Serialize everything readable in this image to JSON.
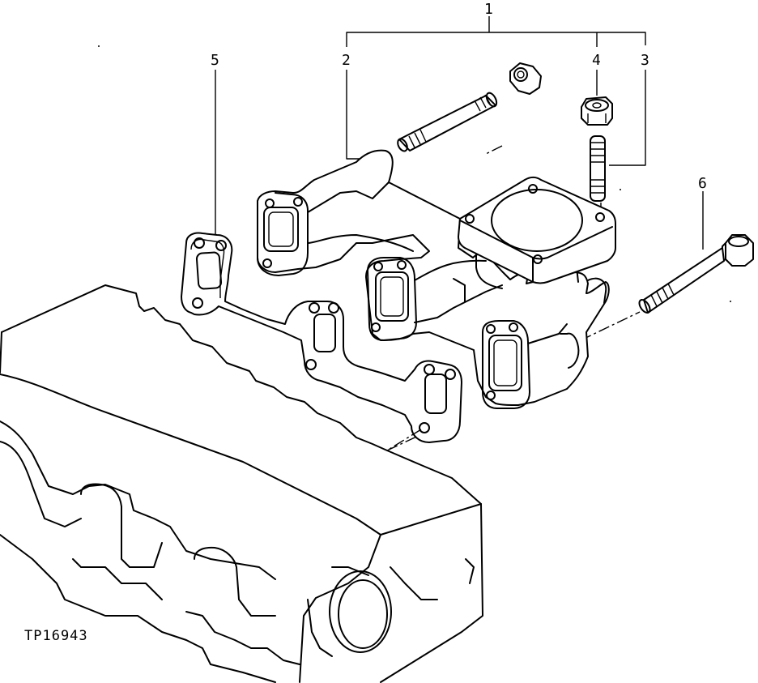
{
  "figure_id": "TP16943",
  "callouts": [
    {
      "id": "c1",
      "label": "1"
    },
    {
      "id": "c2",
      "label": "2"
    },
    {
      "id": "c3",
      "label": "3"
    },
    {
      "id": "c4",
      "label": "4"
    },
    {
      "id": "c5",
      "label": "5"
    },
    {
      "id": "c6",
      "label": "6"
    }
  ]
}
